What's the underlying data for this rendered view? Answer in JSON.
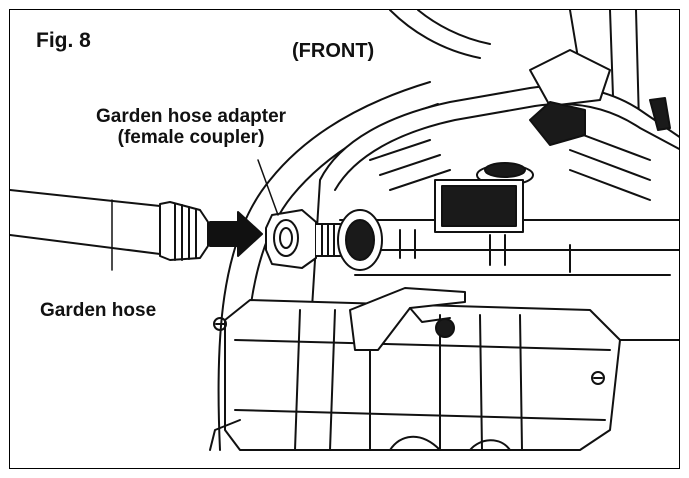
{
  "figure": {
    "number_label": "Fig. 8",
    "view_label": "(FRONT)",
    "callouts": {
      "adapter_line1": "Garden hose adapter",
      "adapter_line2": "(female coupler)",
      "hose": "Garden hose"
    },
    "colors": {
      "line": "#111111",
      "shade": "#1a1a1a",
      "paper": "#ffffff",
      "gray": "#cfcfcf"
    }
  }
}
